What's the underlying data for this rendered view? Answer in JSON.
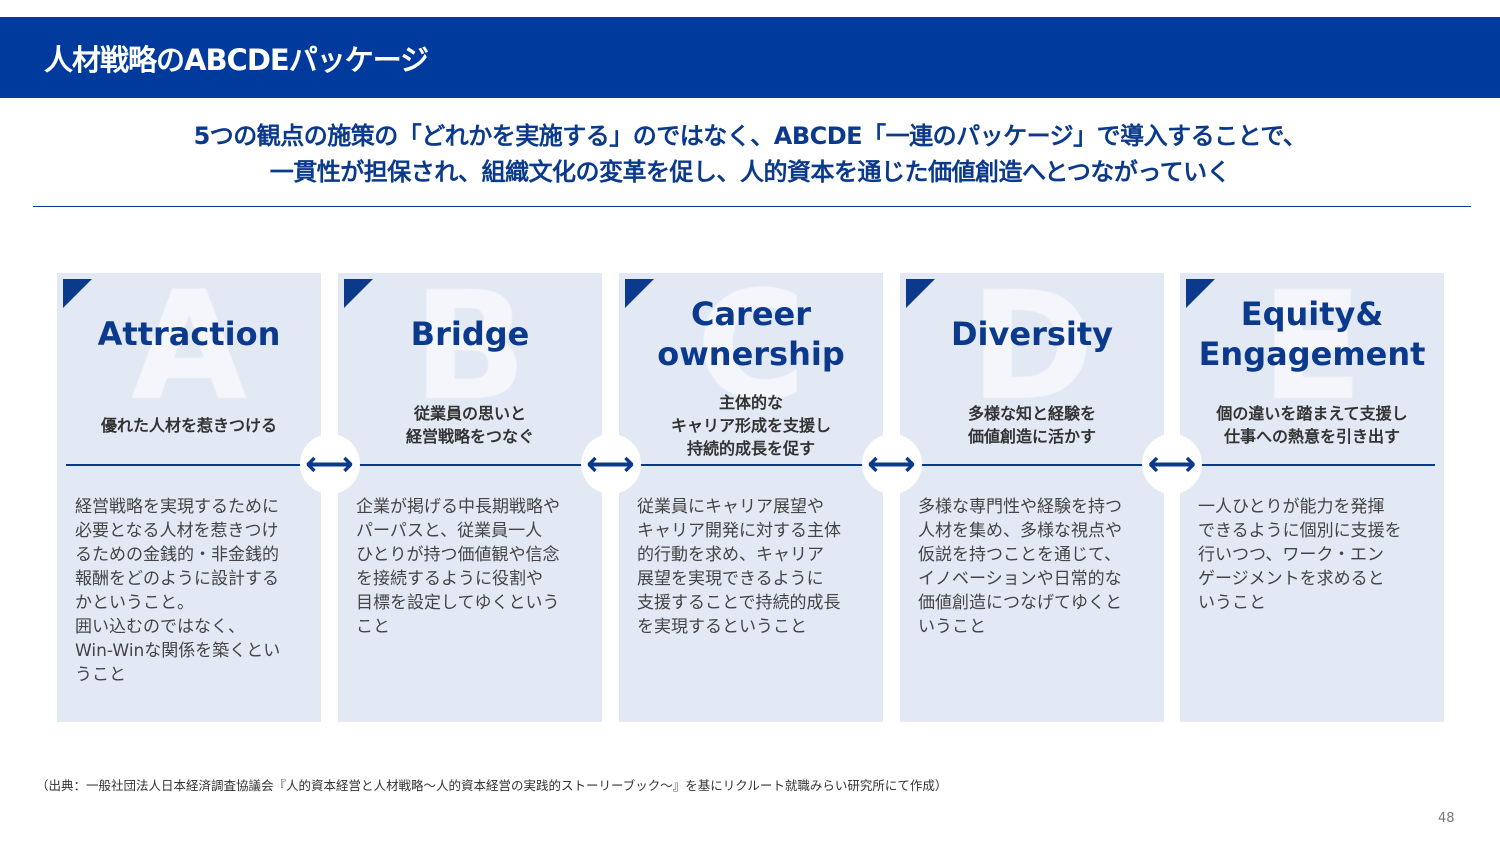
{
  "header": {
    "title": "人材戦略のABCDEパッケージ"
  },
  "lead": {
    "line1": "5つの観点の施策の「どれかを実施する」のではなく、ABCDE「一連のパッケージ」で導入することで、",
    "line2": "一貫性が担保され、組織文化の変革を促し、人的資本を通じた価値創造へとつながっていく"
  },
  "cards": [
    {
      "letter": "A",
      "title": "Attraction",
      "subtitle": "優れた人材を惹きつける",
      "body": "経営戦略を実現するために\n必要となる人材を惹きつけ\nるための金銭的・非金銭的\n報酬をどのように設計する\nかということ。\n囲い込むのではなく、\nWin-Winな関係を築くとい\nうこと"
    },
    {
      "letter": "B",
      "title": "Bridge",
      "subtitle": "従業員の思いと\n経営戦略をつなぐ",
      "body": "企業が掲げる中長期戦略や\nパーパスと、従業員一人\nひとりが持つ価値観や信念\nを接続するように役割や\n目標を設定してゆくという\nこと"
    },
    {
      "letter": "C",
      "title": "Career\nownership",
      "subtitle": "主体的な\nキャリア形成を支援し\n持続的成長を促す",
      "body": "従業員にキャリア展望や\nキャリア開発に対する主体\n的行動を求め、キャリア\n展望を実現できるように\n支援することで持続的成長\nを実現するということ"
    },
    {
      "letter": "D",
      "title": "Diversity",
      "subtitle": "多様な知と経験を\n価値創造に活かす",
      "body": "多様な専門性や経験を持つ\n人材を集め、多様な視点や\n仮説を持つことを通じて、\nイノベーションや日常的な\n価値創造につなげてゆくと\nいうこと"
    },
    {
      "letter": "E",
      "title": "Equity&\nEngagement",
      "subtitle": "個の違いを踏まえて支援し\n仕事への熱意を引き出す",
      "body": "一人ひとりが能力を発揮\nできるように個別に支援を\n行いつつ、ワーク・エン\nゲージメントを求めると\nいうこと"
    }
  ],
  "connector_glyph": "⟷",
  "source": "（出典：一般社団法人日本経済調査協議会『人的資本経営と人材戦略～人的資本経営の実践的ストーリーブック～』を基にリクルート就職みらい研究所にて作成）",
  "page_number": "48"
}
